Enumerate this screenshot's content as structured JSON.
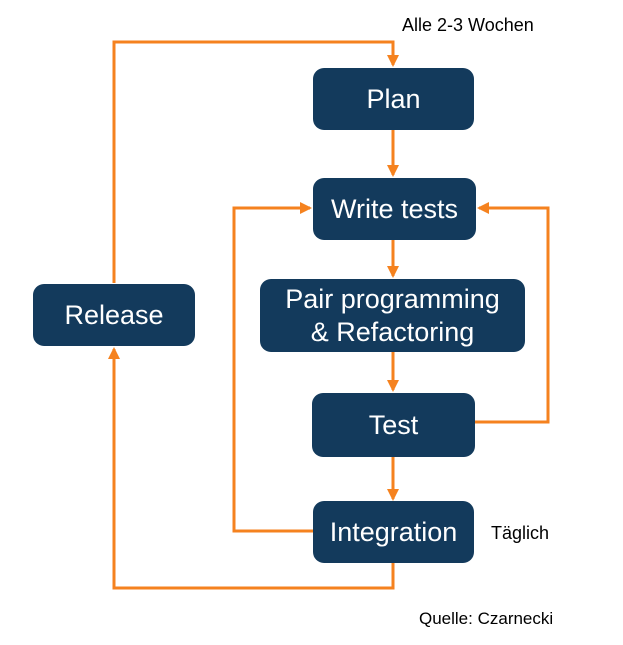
{
  "diagram": {
    "nodes": [
      {
        "id": "plan",
        "label": "Plan"
      },
      {
        "id": "write-tests",
        "label": "Write tests"
      },
      {
        "id": "pair-programming",
        "label": "Pair programming\n& Refactoring"
      },
      {
        "id": "test",
        "label": "Test"
      },
      {
        "id": "integration",
        "label": "Integration"
      },
      {
        "id": "release",
        "label": "Release"
      }
    ],
    "edges": [
      {
        "from": "plan",
        "to": "write-tests"
      },
      {
        "from": "write-tests",
        "to": "pair-programming"
      },
      {
        "from": "pair-programming",
        "to": "test"
      },
      {
        "from": "test",
        "to": "write-tests"
      },
      {
        "from": "test",
        "to": "integration"
      },
      {
        "from": "integration",
        "to": "write-tests"
      },
      {
        "from": "integration",
        "to": "release"
      },
      {
        "from": "release",
        "to": "plan"
      }
    ],
    "annotations": {
      "cycle": "Alle 2-3 Wochen",
      "daily": "Täglich",
      "source": "Quelle: Czarnecki"
    },
    "colors": {
      "node_fill": "#133A5C",
      "node_text": "#FFFFFF",
      "arrow": "#F5821F",
      "note_text": "#000000"
    }
  }
}
